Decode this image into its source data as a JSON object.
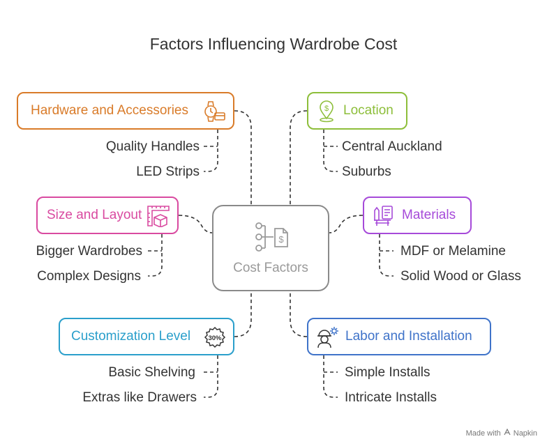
{
  "title": "Factors Influencing Wardrobe Cost",
  "center": {
    "label": "Cost Factors",
    "icon": "flow-dollar-icon"
  },
  "factors": [
    {
      "label": "Hardware and Accessories",
      "color": "#D97B29",
      "icon": "watch-card-icon",
      "items": [
        "Quality Handles",
        "LED Strips"
      ]
    },
    {
      "label": "Location",
      "color": "#8DBE3A",
      "icon": "location-pin-dollar-icon",
      "items": [
        "Central Auckland",
        "Suburbs"
      ]
    },
    {
      "label": "Size and Layout",
      "color": "#D94AA0",
      "icon": "ruler-box-icon",
      "items": [
        "Bigger Wardrobes",
        "Complex Designs"
      ]
    },
    {
      "label": "Materials",
      "color": "#A64AD9",
      "icon": "materials-icon",
      "items": [
        "MDF or Melamine",
        "Solid Wood or Glass"
      ]
    },
    {
      "label": "Customization Level",
      "color": "#2A9FCB",
      "icon": "percent-badge-icon",
      "badge": "30%",
      "items": [
        "Basic Shelving",
        "Extras like Drawers"
      ]
    },
    {
      "label": "Labor and Installation",
      "color": "#3F73C9",
      "icon": "worker-gear-icon",
      "items": [
        "Simple Installs",
        "Intricate Installs"
      ]
    }
  ],
  "footer": {
    "made_with": "Made with",
    "brand": "Napkin"
  }
}
